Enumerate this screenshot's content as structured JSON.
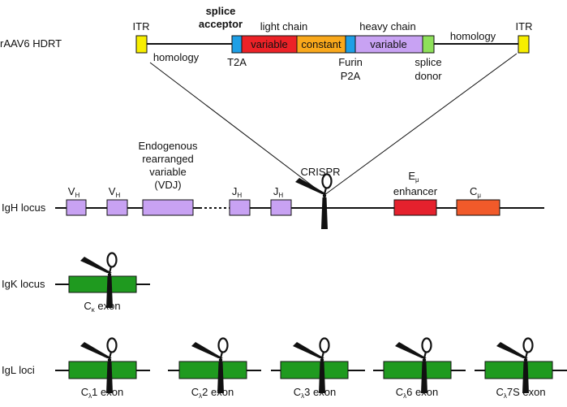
{
  "construct": {
    "name": "rAAV6 HDRT",
    "itr_left": "ITR",
    "itr_right": "ITR",
    "homology_left": "homology",
    "homology_right": "homology",
    "splice_acceptor": "splice\nacceptor",
    "light_chain": "light chain",
    "heavy_chain": "heavy chain",
    "t2a": "T2A",
    "furin_p2a": "Furin\nP2A",
    "splice_donor": "splice\ndonor",
    "seg_variable_light": "variable",
    "seg_constant": "constant",
    "seg_variable_heavy": "variable"
  },
  "igh": {
    "locus": "IgH locus",
    "vh1": "V",
    "vh1_sub": "H",
    "vh2": "V",
    "vh2_sub": "H",
    "endogenous": "Endogenous\nrearranged\nvariable\n(VDJ)",
    "jh1": "J",
    "jh1_sub": "H",
    "jh2": "J",
    "jh2_sub": "H",
    "crispr": "CRISPR",
    "emu": "E",
    "emu_sub": "μ",
    "enhancer": "enhancer",
    "cmu": "C",
    "cmu_sub": "μ"
  },
  "igk": {
    "locus": "IgK locus",
    "exon_pre": "C",
    "exon_sub": "κ",
    "exon_post": " exon"
  },
  "igl": {
    "locus": "IgL loci",
    "exons": [
      {
        "pre": "C",
        "sub": "λ",
        "post": "1 exon"
      },
      {
        "pre": "C",
        "sub": "λ",
        "post": "2 exon"
      },
      {
        "pre": "C",
        "sub": "λ",
        "post": "3 exon"
      },
      {
        "pre": "C",
        "sub": "λ",
        "post": "6 exon"
      },
      {
        "pre": "C",
        "sub": "λ",
        "post": "7S exon"
      }
    ]
  },
  "colors": {
    "itr": "#f7ee00",
    "blue": "#1e9fe6",
    "variable_light": "#ec2227",
    "constant": "#f9a81b",
    "variable_heavy": "#c8a2f3",
    "splice_donor": "#8ee05a",
    "purple_seg": "#c8a2f3",
    "enhancer": "#e5212d",
    "cmu": "#f15a2a",
    "exon": "#1f9a1f"
  }
}
